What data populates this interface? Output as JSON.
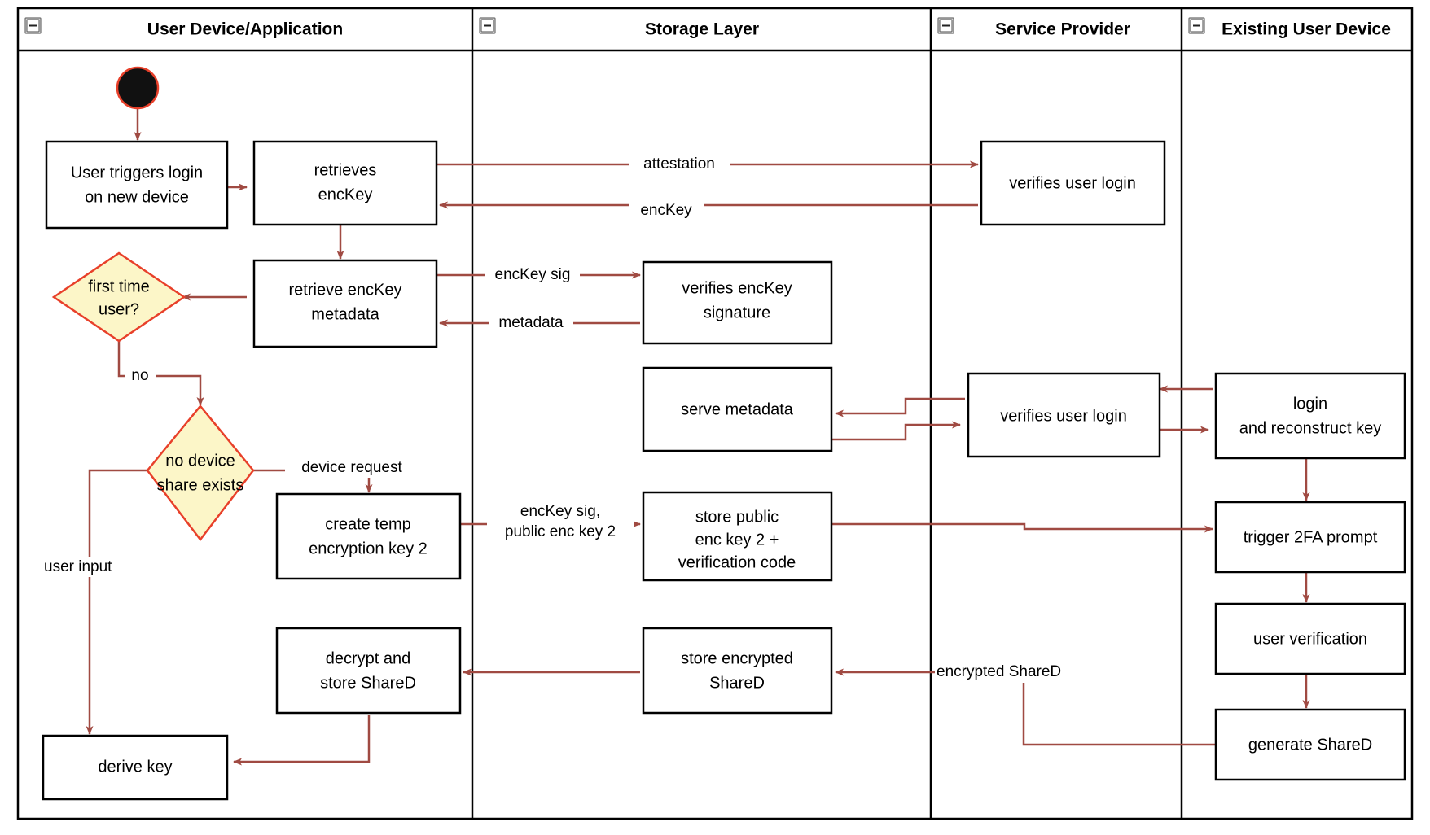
{
  "diagram": {
    "type": "uml-activity-swimlane",
    "title": "Key recovery / device onboarding activity diagram",
    "colors": {
      "flow_arrow": "#a04a42",
      "decision_fill": "#fcf6c8",
      "decision_stroke": "#e8402a",
      "node_stroke": "#000000",
      "node_fill": "#ffffff",
      "start_node_fill": "#111111",
      "start_node_stroke": "#e8402a",
      "lane_border": "#000000",
      "background": "#ffffff"
    }
  },
  "lanes": [
    {
      "id": "user-device",
      "title": "User Device/Application",
      "collapse_icon": "minus-box-icon"
    },
    {
      "id": "storage-layer",
      "title": "Storage Layer",
      "collapse_icon": "minus-box-icon"
    },
    {
      "id": "service-provider",
      "title": "Service Provider",
      "collapse_icon": "minus-box-icon"
    },
    {
      "id": "existing-user-device",
      "title": "Existing User Device",
      "collapse_icon": "minus-box-icon"
    }
  ],
  "nodes": {
    "start": {
      "kind": "initial-node",
      "label": ""
    },
    "n1": {
      "kind": "action",
      "lane": "user-device",
      "lines": [
        "User triggers login",
        "on new device"
      ]
    },
    "n2": {
      "kind": "action",
      "lane": "user-device",
      "lines": [
        "retrieves",
        "encKey"
      ]
    },
    "n3": {
      "kind": "action",
      "lane": "user-device",
      "lines": [
        "retrieve encKey",
        "metadata"
      ]
    },
    "d1": {
      "kind": "decision",
      "lane": "user-device",
      "lines": [
        "first time",
        "user?"
      ]
    },
    "d2": {
      "kind": "decision",
      "lane": "user-device",
      "lines": [
        "no device",
        "share exists"
      ]
    },
    "n4": {
      "kind": "action",
      "lane": "user-device",
      "lines": [
        "create temp",
        "encryption key 2"
      ]
    },
    "n5": {
      "kind": "action",
      "lane": "user-device",
      "lines": [
        "decrypt and",
        "store ShareD"
      ]
    },
    "n6": {
      "kind": "action",
      "lane": "user-device",
      "lines": [
        "derive key"
      ]
    },
    "s1": {
      "kind": "action",
      "lane": "storage-layer",
      "lines": [
        "verifies encKey",
        "signature"
      ]
    },
    "s2": {
      "kind": "action",
      "lane": "storage-layer",
      "lines": [
        "serve metadata"
      ]
    },
    "s3": {
      "kind": "action",
      "lane": "storage-layer",
      "lines": [
        "store public",
        "enc key 2 +",
        "verification code"
      ]
    },
    "s4": {
      "kind": "action",
      "lane": "storage-layer",
      "lines": [
        "store encrypted",
        "ShareD"
      ]
    },
    "p1": {
      "kind": "action",
      "lane": "service-provider",
      "lines": [
        "verifies user login"
      ]
    },
    "p2": {
      "kind": "action",
      "lane": "service-provider",
      "lines": [
        "verifies user login"
      ]
    },
    "e1": {
      "kind": "action",
      "lane": "existing-user-device",
      "lines": [
        "login",
        "and reconstruct key"
      ]
    },
    "e2": {
      "kind": "action",
      "lane": "existing-user-device",
      "lines": [
        "trigger 2FA prompt"
      ]
    },
    "e3": {
      "kind": "action",
      "lane": "existing-user-device",
      "lines": [
        "user verification"
      ]
    },
    "e4": {
      "kind": "action",
      "lane": "existing-user-device",
      "lines": [
        "generate ShareD"
      ]
    }
  },
  "edge_labels": {
    "attestation": "attestation",
    "enckey": "encKey",
    "enckey_sig": "encKey sig",
    "metadata": "metadata",
    "no": "no",
    "device_request": "device request",
    "user_input": "user input",
    "enckey_sig_pubkey_1": "encKey sig,",
    "enckey_sig_pubkey_2": "public enc key 2",
    "encrypted_shared": "encrypted ShareD"
  }
}
